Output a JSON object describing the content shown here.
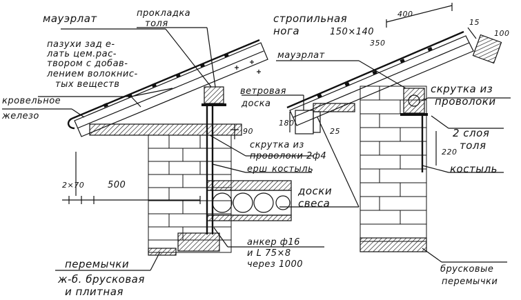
{
  "labels": {
    "mauerlat_left": "мауэрлат",
    "prokladka": "прокладка",
    "tolya_top": "толя",
    "pazukhi_1": "пазухи зад е-",
    "pazukhi_2": "лать цем.рас-",
    "pazukhi_3": "твором с добав-",
    "pazukhi_4": "лением волокнис-",
    "pazukhi_5": "тых веществ",
    "krovelnoe_1": "кровельное",
    "krovelnoe_2": "железо",
    "stropilnaya_1": "стропильная",
    "stropilnaya_2": "нога",
    "rafter_dim": "150×140",
    "dim_400": "400",
    "dim_350": "350",
    "dim_15": "15",
    "dim_100": "100",
    "mauerlat_right": "мауэрлат",
    "vetrovaya_1": "ветровая",
    "vetrovaya_2": "доска",
    "dim_180": "180",
    "dim_25": "25",
    "dim_90": "90",
    "skrutka_left_1": "скрутка из",
    "skrutka_left_2": "проволоки 2ф4",
    "ersh": "ерш",
    "kostyl_left": "костыль",
    "doski_1": "доски",
    "doski_2": "свеса",
    "dim_2x70": "2×70",
    "dim_500": "500",
    "anker_1": "анкер ф16",
    "anker_2": "и L 75×8",
    "anker_3": "через 1000",
    "peremychki_1": "перемычки",
    "peremychki_2": "ж-б. брусковая",
    "peremychki_3": "и плитная",
    "skrutka_right_1": "скрутка из",
    "skrutka_right_2": "проволоки",
    "tolya_right_1": "2 слоя",
    "tolya_right_2": "толя",
    "dim_220": "220",
    "kostyl_right": "костыль",
    "bruskovye_1": "брусковые",
    "bruskovye_2": "перемычки"
  }
}
